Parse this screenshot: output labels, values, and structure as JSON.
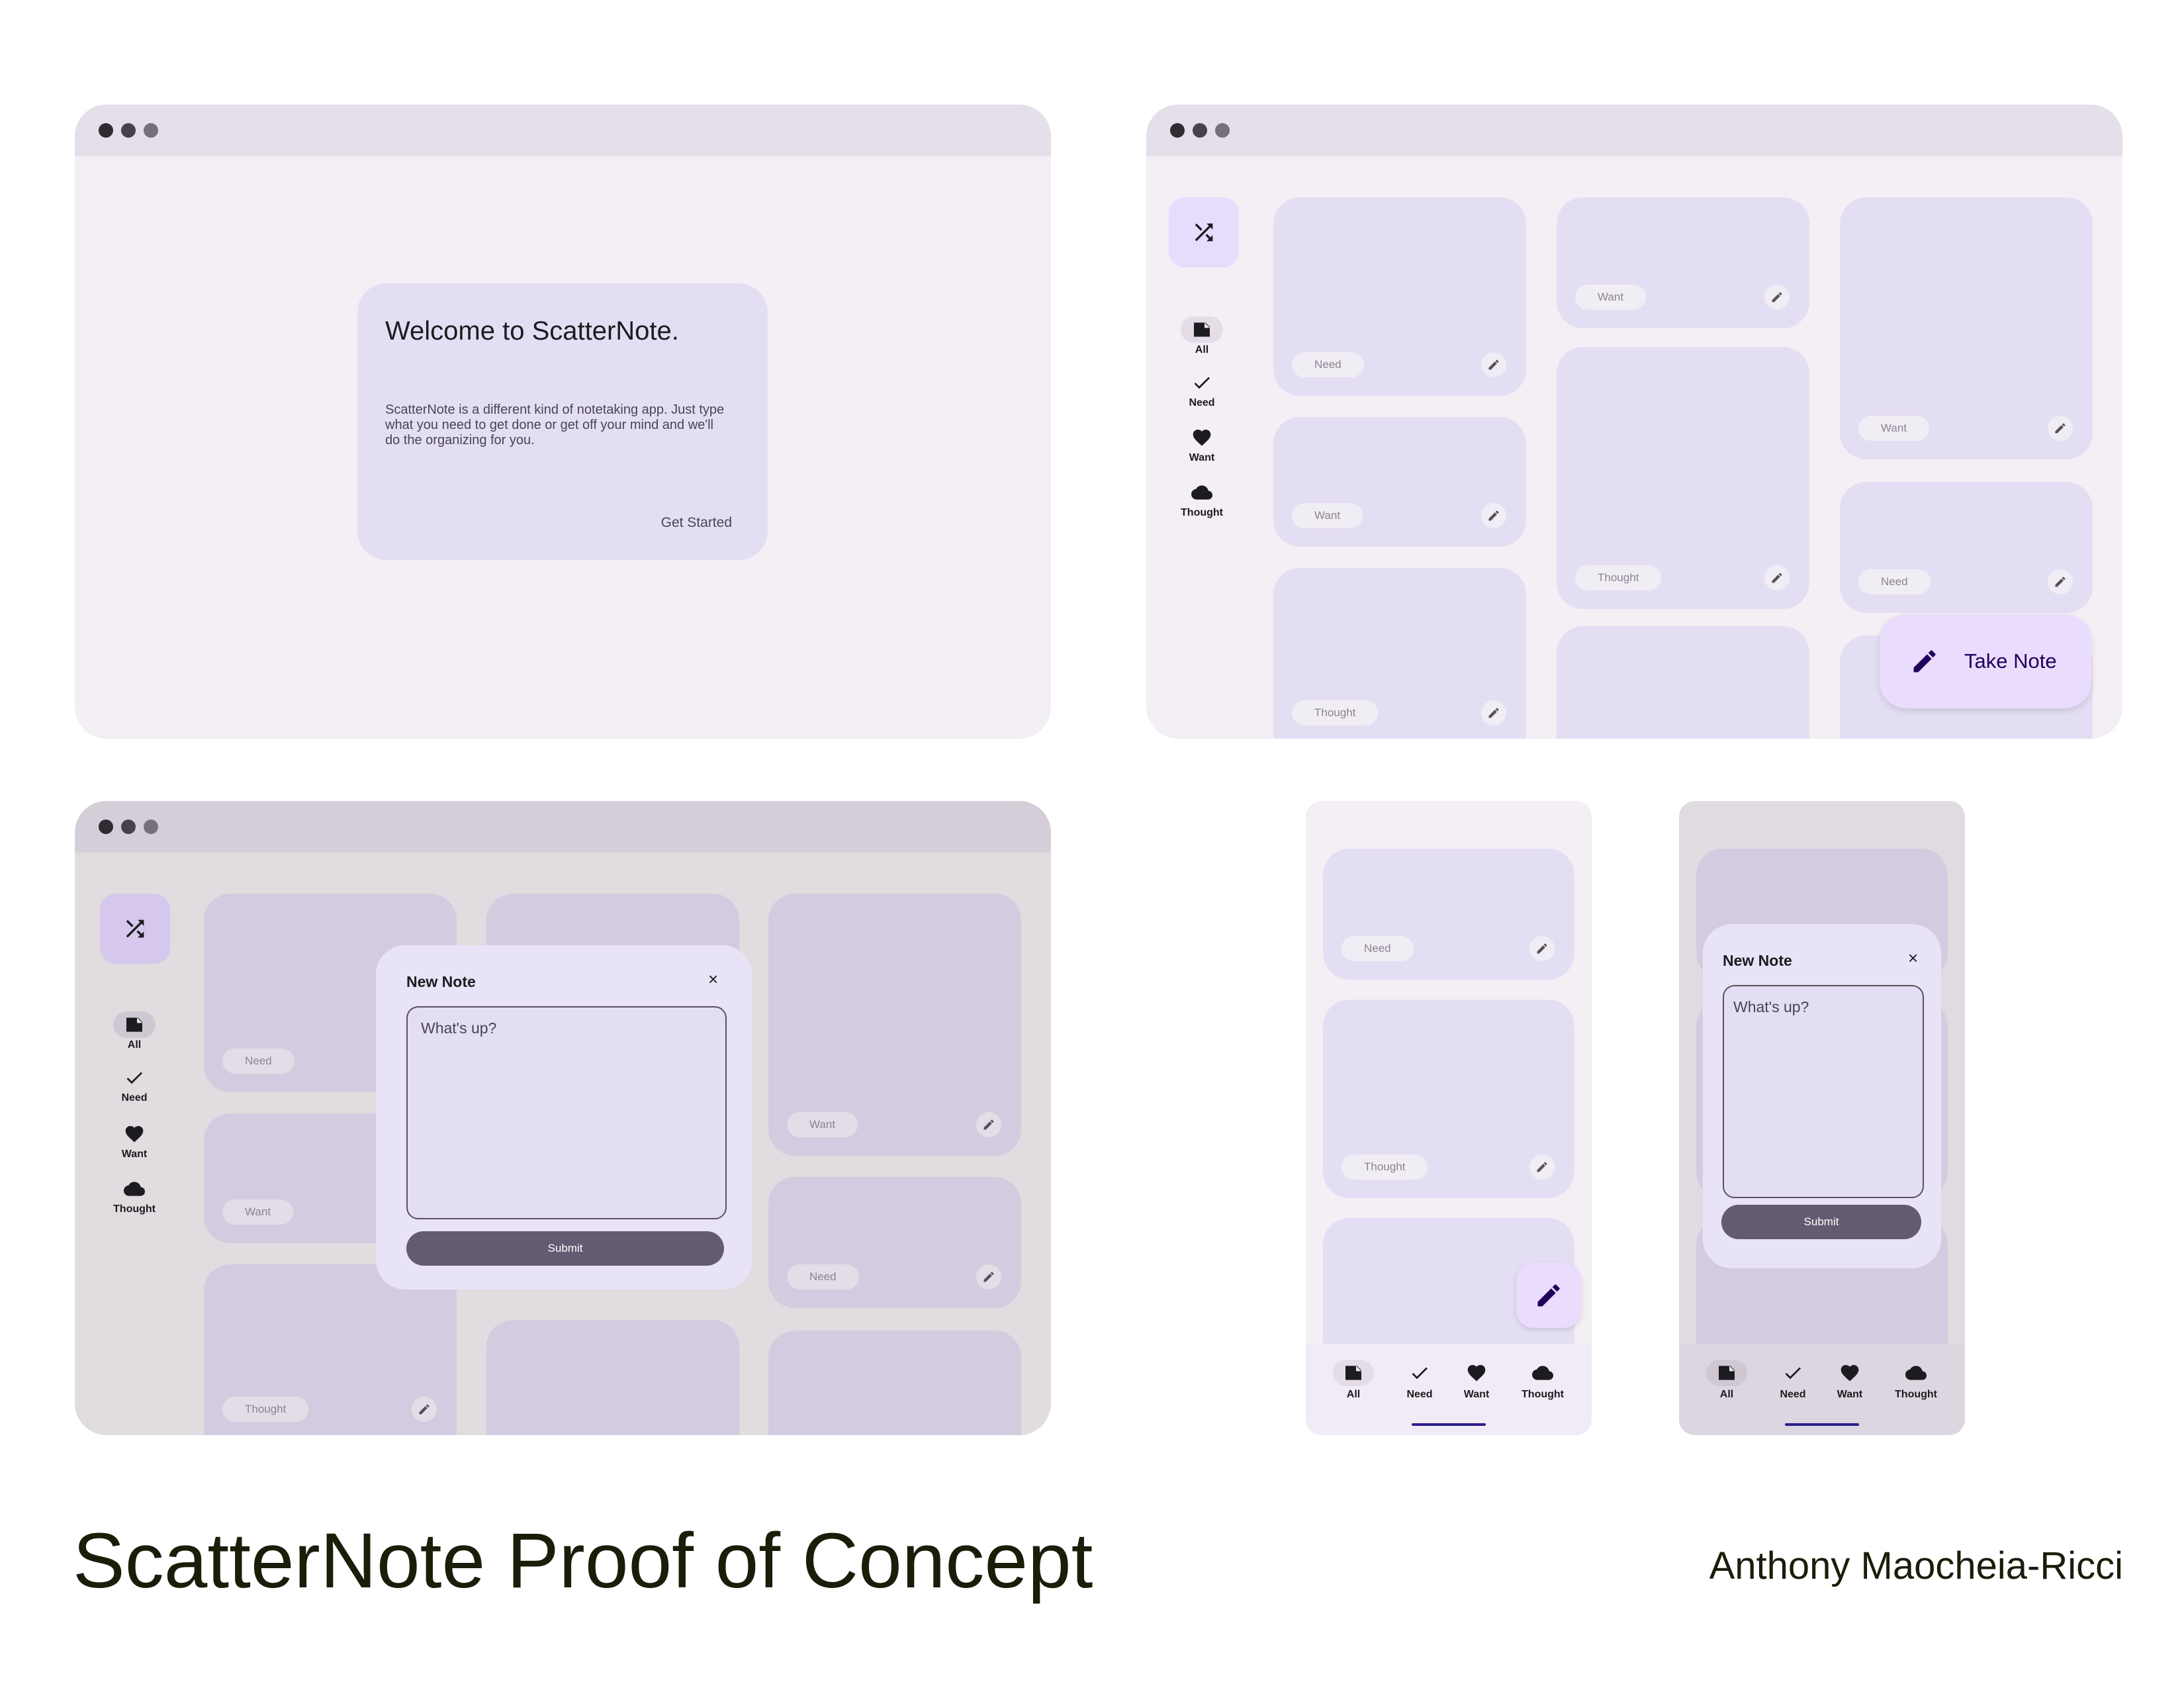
{
  "welcome_screen": {
    "title": "Welcome to ScatterNote.",
    "body": "ScatterNote is a different kind of notetaking app. Just type what you need to get done or get off your mind and we'll do the organizing for you.",
    "get_started": "Get Started"
  },
  "nav": {
    "all": "All",
    "need": "Need",
    "want": "Want",
    "thought": "Thought"
  },
  "desktop_board": {
    "cards": [
      {
        "tag": "Need"
      },
      {
        "tag": "Want"
      },
      {
        "tag": "Thought"
      },
      {
        "tag": "Want"
      },
      {
        "tag": "Thought"
      },
      {
        "tag": "Want"
      },
      {
        "tag": "Need"
      }
    ],
    "fab_label": "Take Note"
  },
  "desktop_dialog_board": {
    "cards": [
      {
        "tag": "Need"
      },
      {
        "tag": "Want"
      },
      {
        "tag": "Thought"
      },
      {
        "tag": "Want"
      },
      {
        "tag": "Need"
      }
    ]
  },
  "dialog": {
    "title": "New Note",
    "close": "×",
    "placeholder": "What's up?",
    "submit": "Submit"
  },
  "mobile_board": {
    "cards": [
      {
        "tag": "Need"
      },
      {
        "tag": "Thought"
      }
    ]
  },
  "footer": {
    "project_title": "ScatterNote Proof of Concept",
    "author": "Anthony Maocheia-Ricci"
  },
  "colors": {
    "accent": "#625b71",
    "card": "#e4def4",
    "surface": "#f3eff5",
    "indicator": "#2b1e8c",
    "fab": "#e8dcfc"
  },
  "icons": [
    "shuffle-icon",
    "note-icon",
    "check-icon",
    "heart-icon",
    "cloud-icon",
    "pencil-icon",
    "close-icon"
  ]
}
